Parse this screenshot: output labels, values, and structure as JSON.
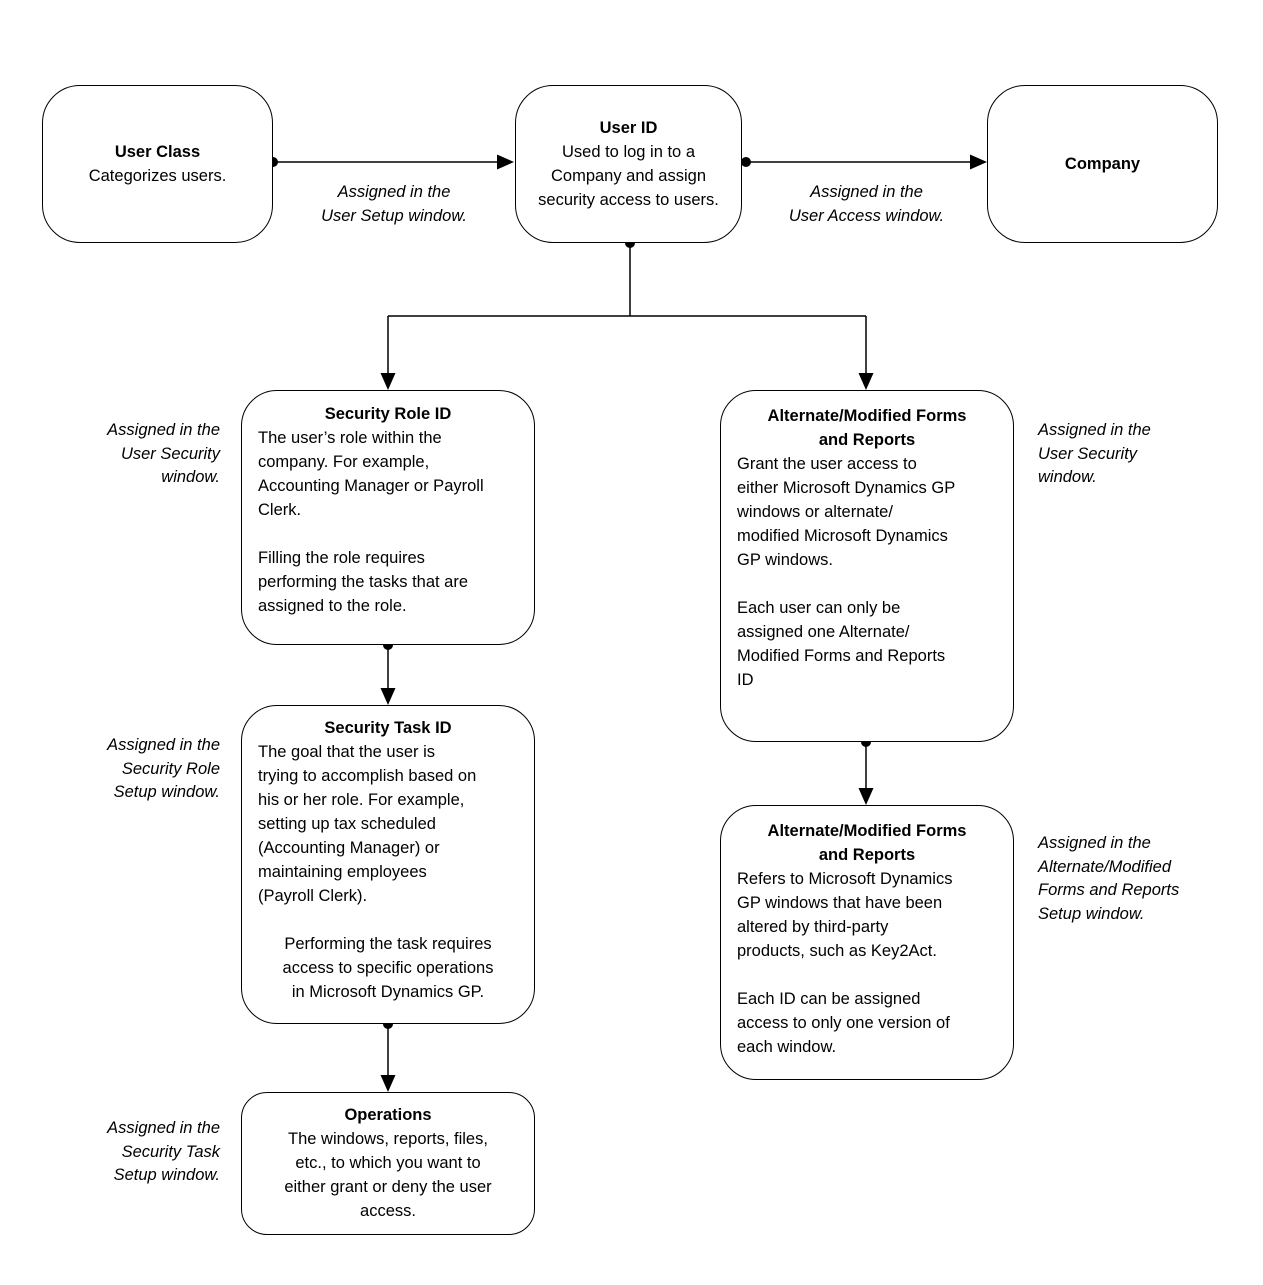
{
  "nodes": {
    "user_class": {
      "title": "User Class",
      "body": "Categorizes users."
    },
    "user_id": {
      "title": "User ID",
      "body": "Used to log in to a\nCompany and assign\nsecurity access to users."
    },
    "company": {
      "title": "Company"
    },
    "security_role": {
      "title": "Security Role ID",
      "p1": "The user’s role within the\ncompany. For example,\nAccounting Manager or Payroll\nClerk.",
      "p2": "Filling the role requires\nperforming the tasks that are\nassigned to the role."
    },
    "alt_forms_user_security": {
      "title": "Alternate/Modified Forms\nand Reports",
      "p1": "Grant the user access to\neither Microsoft Dynamics GP\nwindows or alternate/\nmodified Microsoft Dynamics\nGP windows.",
      "p2": "Each user can only be\nassigned one Alternate/\nModified Forms and Reports\nID"
    },
    "security_task": {
      "title": "Security Task ID",
      "p1": "The goal that the user is\ntrying to accomplish based on\nhis or her role. For example,\nsetting up tax scheduled\n(Accounting Manager) or\nmaintaining employees\n(Payroll Clerk).",
      "p2": "Performing the task requires\naccess to specific operations\nin Microsoft Dynamics GP."
    },
    "alt_forms_setup": {
      "title": "Alternate/Modified Forms\nand Reports",
      "p1": "Refers to Microsoft Dynamics\nGP windows that have been\naltered by third-party\nproducts, such as Key2Act.",
      "p2": "Each ID can be assigned\naccess to only one version of\neach window."
    },
    "operations": {
      "title": "Operations",
      "body": "The windows, reports, files,\netc., to which you want to\neither grant or deny the user\naccess."
    }
  },
  "labels": {
    "user_setup": "Assigned in the\nUser Setup window.",
    "user_access": "Assigned in the\nUser Access window.",
    "user_security_left": "Assigned in the\nUser Security\nwindow.",
    "security_role_setup": "Assigned in the\nSecurity Role\nSetup window.",
    "security_task_setup": "Assigned in the\nSecurity Task\nSetup window.",
    "user_security_right": "Assigned in the\nUser Security\nwindow.",
    "alt_forms_setup": "Assigned in the\nAlternate/Modified\nForms and Reports\nSetup window."
  },
  "colors": {
    "line": "#000000",
    "text": "#000000",
    "background": "#ffffff"
  }
}
